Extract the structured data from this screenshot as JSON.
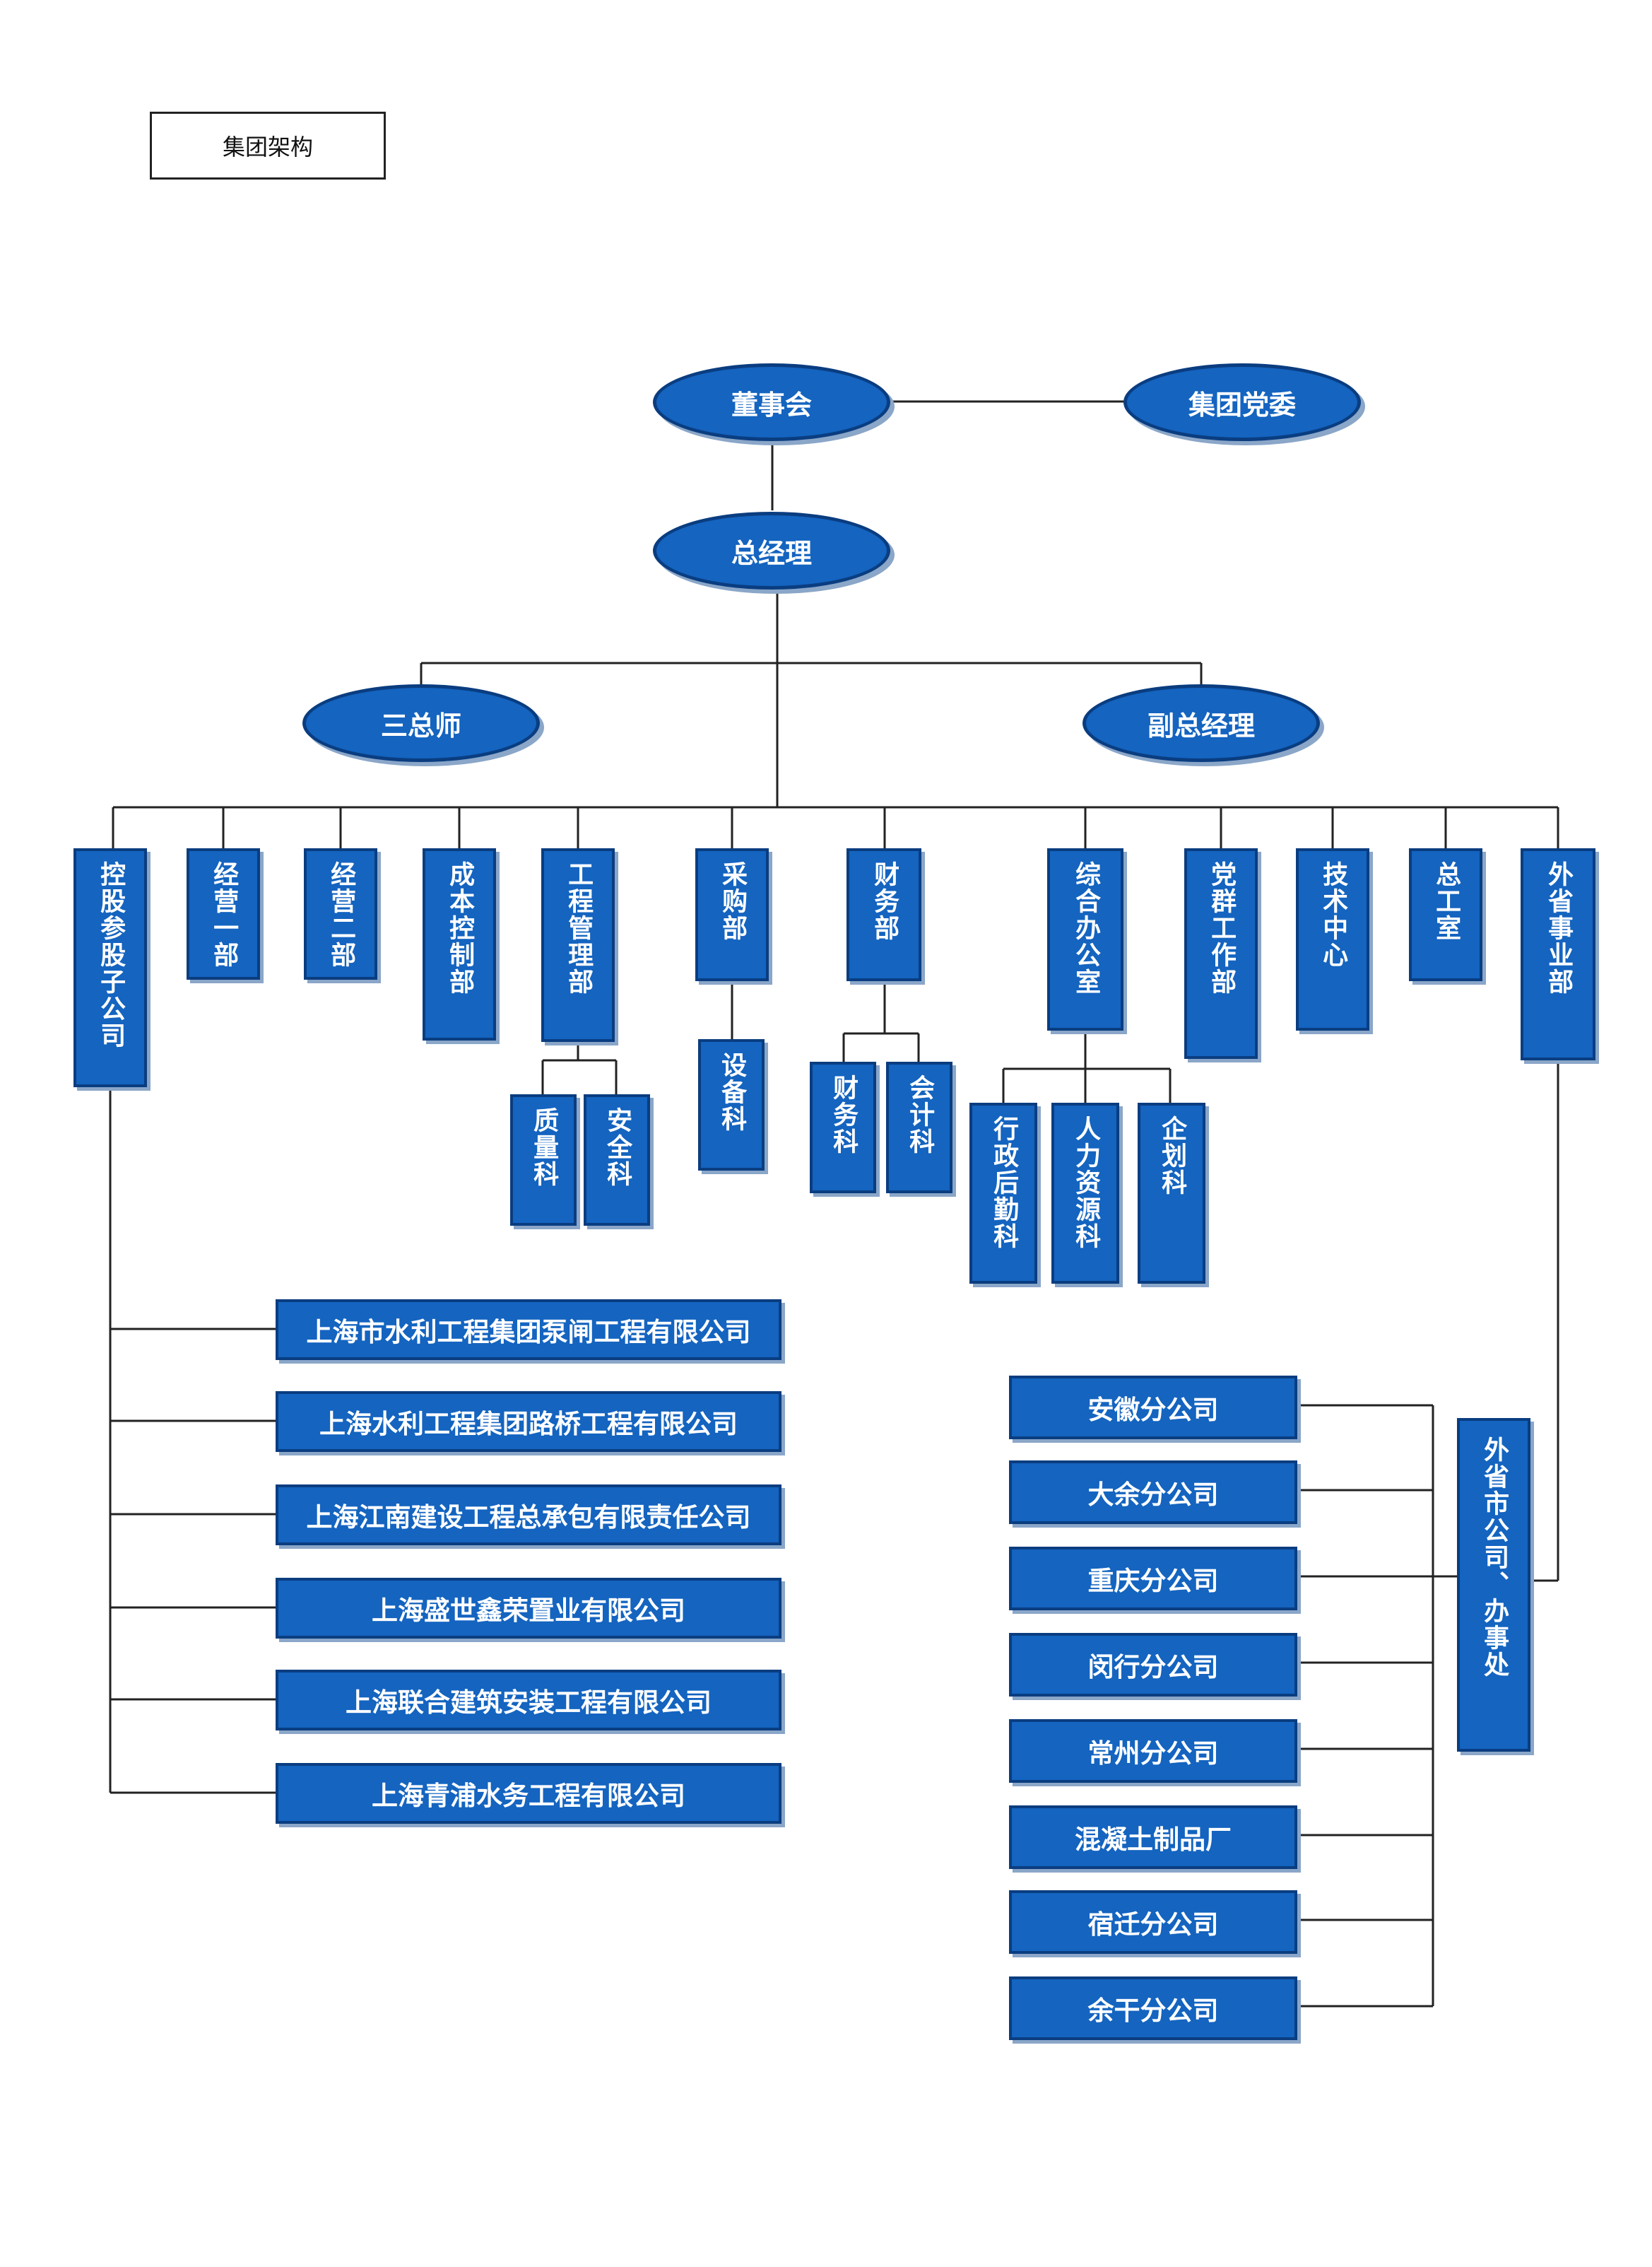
{
  "caption": "集团架构",
  "top": {
    "board": "董事会",
    "party": "集团党委",
    "gm": "总经理",
    "chiefs": "三总师",
    "deputy": "副总经理"
  },
  "departments": [
    "控股参股子公司",
    "经营一部",
    "经营二部",
    "成本控制部",
    "工程管理部",
    "采购部",
    "财务部",
    "综合办公室",
    "党群工作部",
    "技术中心",
    "总工室",
    "外省事业部"
  ],
  "sections": {
    "engineering": [
      "质量科",
      "安全科"
    ],
    "procurement": [
      "设备科"
    ],
    "finance": [
      "财务科",
      "会计科"
    ],
    "office": [
      "行政后勤科",
      "人力资源科",
      "企划科"
    ]
  },
  "subsidiaries": [
    "上海市水利工程集团泵闸工程有限公司",
    "上海水利工程集团路桥工程有限公司",
    "上海江南建设工程总承包有限责任公司",
    "上海盛世鑫荣置业有限公司",
    "上海联合建筑安装工程有限公司",
    "上海青浦水务工程有限公司"
  ],
  "provincial_office": "外省市公司、办事处",
  "branches": [
    "安徽分公司",
    "大余分公司",
    "重庆分公司",
    "闵行分公司",
    "常州分公司",
    "混凝土制品厂",
    "宿迁分公司",
    "余干分公司"
  ],
  "colors": {
    "node_fill": "#1464c0",
    "node_border": "#0a3d80",
    "line": "#222222"
  }
}
